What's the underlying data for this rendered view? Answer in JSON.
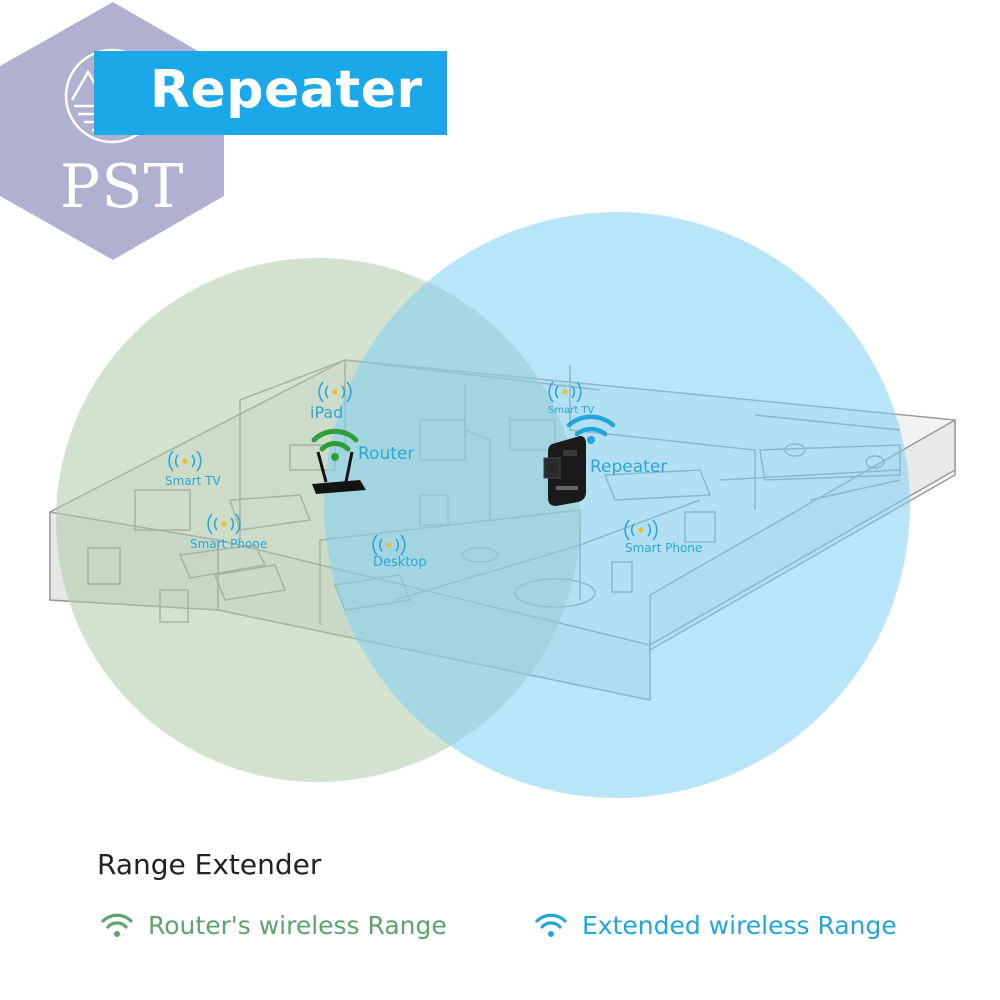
{
  "banner": {
    "title": "Repeater"
  },
  "logo": {
    "text": "PST"
  },
  "diagram": {
    "labels": {
      "router": "Router",
      "repeater": "Repeater",
      "ipad": "iPad",
      "smart_tv_left": "Smart TV",
      "smart_tv_right": "Smart TV",
      "smart_phone_left": "Smart Phone",
      "smart_phone_right": "Smart Phone",
      "desktop": "Desktop"
    }
  },
  "legend": {
    "title": "Range Extender",
    "router_range": "Router's wireless Range",
    "extended_range": "Extended wireless Range"
  },
  "colors": {
    "router_range": "#5fa36c",
    "extended_range": "#21a6d8",
    "banner": "#1ba8e9",
    "logo_hexagon": "#a7a9cc"
  }
}
